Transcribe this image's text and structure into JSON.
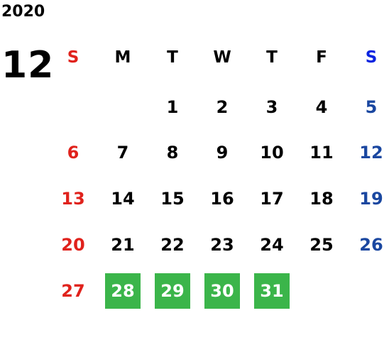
{
  "calendar": {
    "year": "2020",
    "month": "12",
    "weekdays": [
      "S",
      "M",
      "T",
      "W",
      "T",
      "F",
      "S"
    ],
    "weeks": [
      [
        "",
        "",
        "1",
        "2",
        "3",
        "4",
        "5"
      ],
      [
        "6",
        "7",
        "8",
        "9",
        "10",
        "11",
        "12"
      ],
      [
        "13",
        "14",
        "15",
        "16",
        "17",
        "18",
        "19"
      ],
      [
        "20",
        "21",
        "22",
        "23",
        "24",
        "25",
        "26"
      ],
      [
        "27",
        "28",
        "29",
        "30",
        "31",
        "",
        ""
      ]
    ],
    "highlighted_days": [
      "28",
      "29",
      "30",
      "31"
    ]
  },
  "colors": {
    "sunday": "#e0221c",
    "saturday": "#1a47a0",
    "saturday_header": "#0a24e0",
    "highlight": "#3bb54a"
  }
}
